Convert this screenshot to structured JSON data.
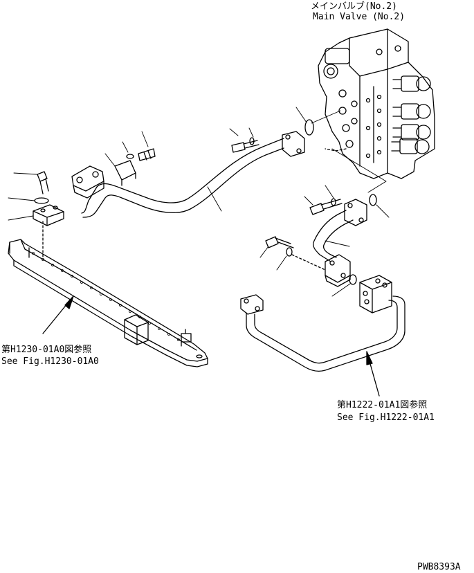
{
  "labels": {
    "main_valve_ja": "メインバルブ(No.2)",
    "main_valve_en": "Main Valve (No.2)",
    "ref1_ja": "第H1230-01A0図参照",
    "ref1_en": "See Fig.H1230-01A0",
    "ref2_ja": "第H1222-01A1図参照",
    "ref2_en": "See Fig.H1222-01A1",
    "drawing_id": "PWB8393A"
  }
}
